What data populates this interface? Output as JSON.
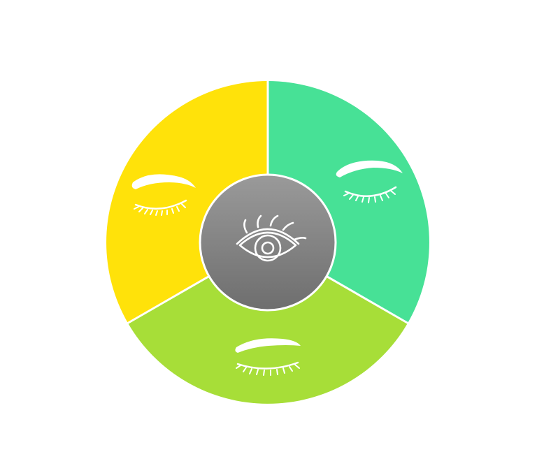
{
  "diagram": {
    "segments": [
      {
        "id": "yellow",
        "color": "#FFE20A",
        "icon": "closed-eye-icon"
      },
      {
        "id": "green",
        "color": "#47E196",
        "icon": "closed-eye-icon"
      },
      {
        "id": "lime",
        "color": "#A7DE38",
        "icon": "closed-eye-icon"
      }
    ],
    "center": {
      "color_top": "#9A9A9A",
      "color_bottom": "#6E6E6E",
      "icon": "open-eye-icon"
    },
    "icon_color": "#FFFFFF"
  }
}
